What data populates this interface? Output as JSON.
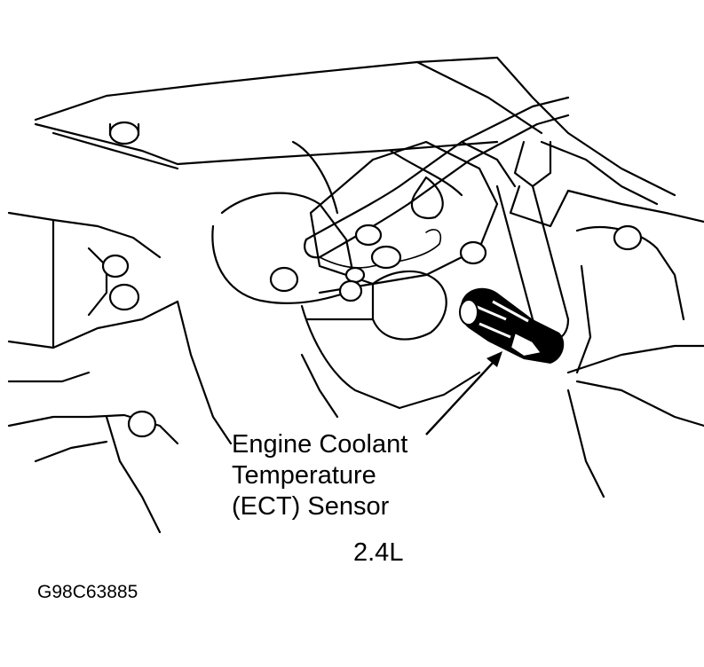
{
  "figure": {
    "callout_lines": [
      "Engine Coolant",
      "Temperature",
      "(ECT) Sensor"
    ],
    "engine_label": "2.4L",
    "figure_id": "G98C63885"
  }
}
